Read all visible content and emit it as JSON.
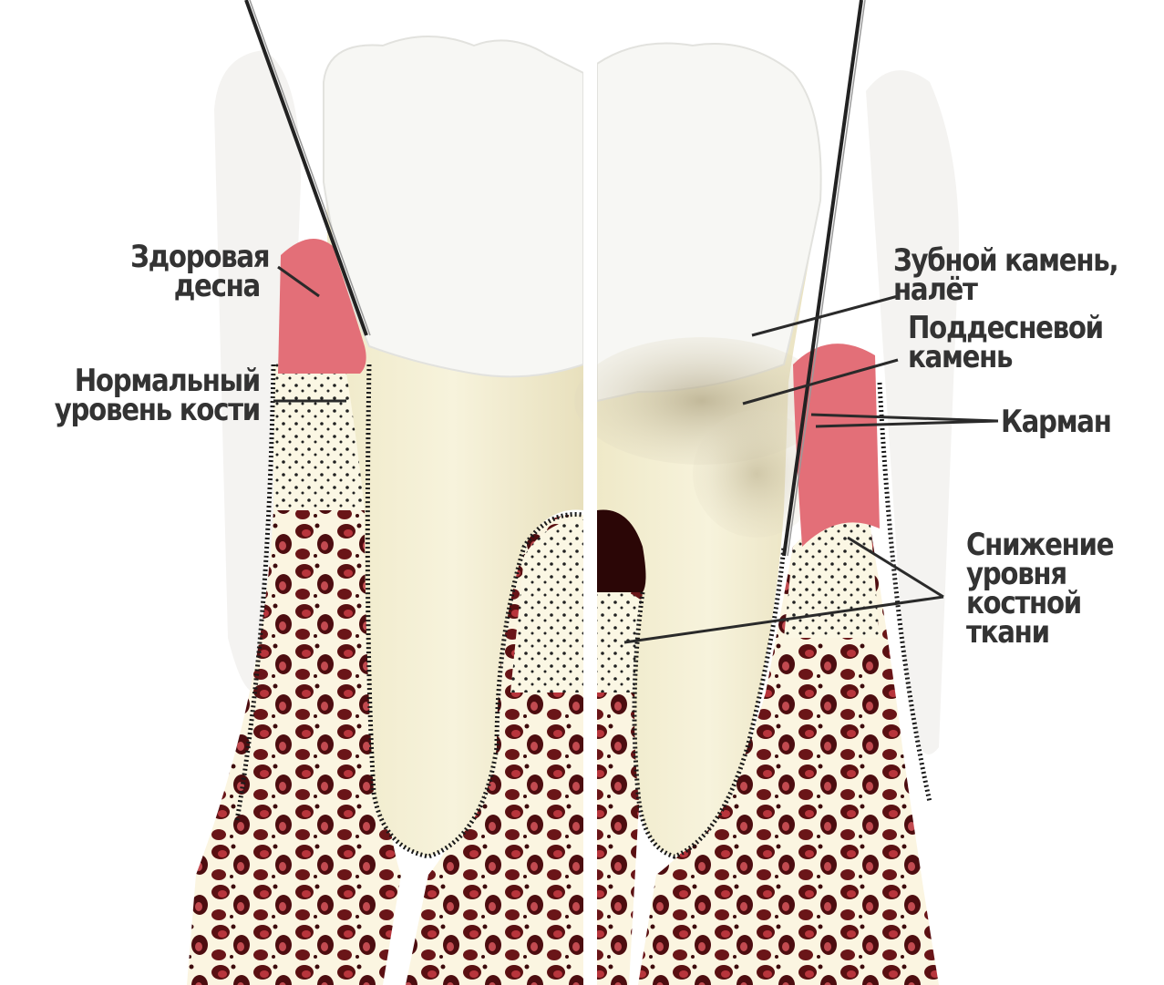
{
  "labels": {
    "healthy_gum": [
      "Здоровая",
      "десна"
    ],
    "normal_bone_level": [
      "Нормальный",
      "уровень кости"
    ],
    "tartar_plaque": [
      "Зубной камень,",
      "налёт"
    ],
    "subgingival_calculus": [
      "Поддесневой",
      "камень"
    ],
    "pocket": [
      "Карман"
    ],
    "bone_loss": [
      "Снижение",
      "уровня",
      "костной",
      "ткани"
    ]
  },
  "colors": {
    "gum": "#e36f78",
    "bone_marrow": "#6e1518",
    "tooth": "#f3efd4",
    "crown": "#f7f7f2",
    "bone": "#fbf7e4",
    "tartar": "#c9bfa4"
  }
}
